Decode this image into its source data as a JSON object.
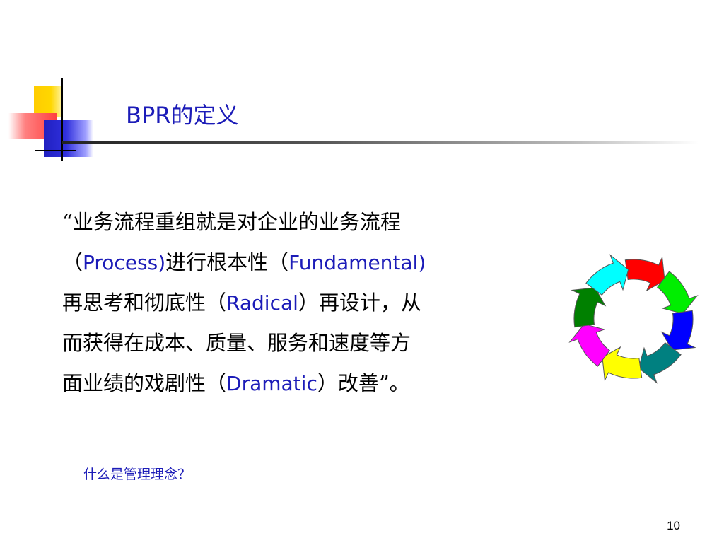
{
  "slide": {
    "title": "BPR的定义",
    "definition": {
      "line1": "“业务流程重组就是对企业的业务流程",
      "line2_pre": "（",
      "line2_en1": "Process)",
      "line2_mid": "进行根本性（",
      "line2_en2": "Fundamental)",
      "line3_pre": "再思考和彻底性（",
      "line3_en": "Radical",
      "line3_post": "）再设计，从",
      "line4": "而获得在成本、质量、服务和速度等方",
      "line5_pre": "面业绩的戏剧性（",
      "line5_en": "Dramatic",
      "line5_post": "）改善”。"
    },
    "question": "什么是管理理念？",
    "page_number": "10"
  },
  "colors": {
    "title_blue": "#1c1cb8",
    "cycle": [
      "#ff0000",
      "#00ee00",
      "#0000ff",
      "#008080",
      "#ffff00",
      "#ff00ff",
      "#008000",
      "#00ffff"
    ]
  }
}
